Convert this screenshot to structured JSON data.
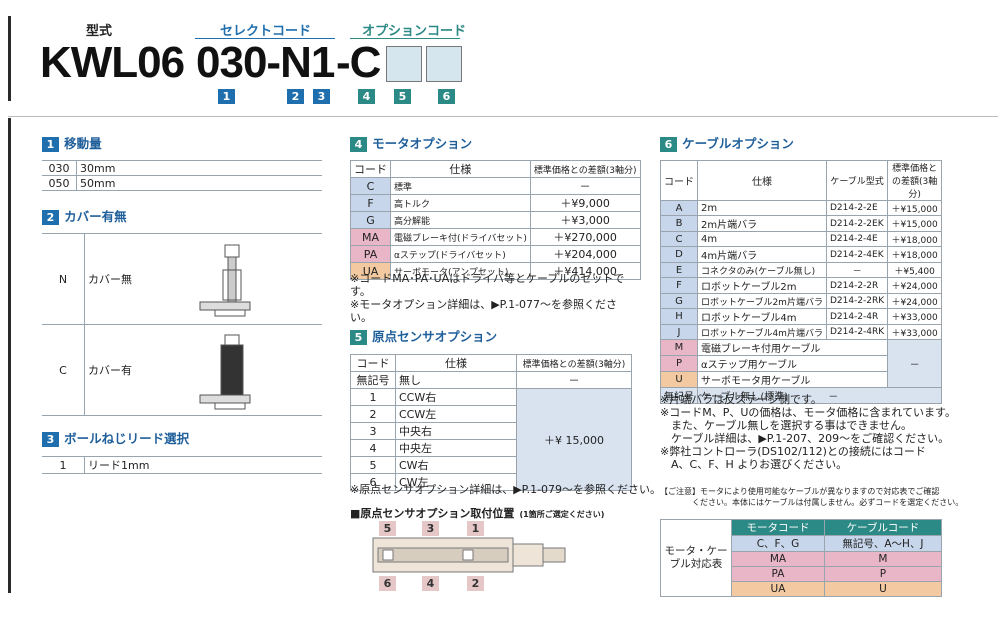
{
  "header": {
    "model_label": "型式",
    "select_label": "セレクトコード",
    "option_label": "オプションコード",
    "code_prefix": "KWL06",
    "code_select": "030-N1",
    "code_option": "-C",
    "num1": "1",
    "num2": "2",
    "num3": "3",
    "num4": "4",
    "num5": "5",
    "num6": "6"
  },
  "sec1": {
    "num": "1",
    "title": "移動量",
    "rows": [
      [
        "030",
        "30mm"
      ],
      [
        "050",
        "50mm"
      ]
    ]
  },
  "sec2": {
    "num": "2",
    "title": "カバー有無",
    "rows": [
      [
        "N",
        "カバー無"
      ],
      [
        "C",
        "カバー有"
      ]
    ]
  },
  "sec3": {
    "num": "3",
    "title": "ボールねじリード選択",
    "rows": [
      [
        "1",
        "リード1mm"
      ]
    ]
  },
  "sec4": {
    "num": "4",
    "title": "モータオプション",
    "headers": [
      "コード",
      "仕様",
      "標準価格との差額(3軸分)"
    ],
    "rows": [
      [
        "C",
        "標準",
        "－"
      ],
      [
        "F",
        "高トルク",
        "＋¥9,000"
      ],
      [
        "G",
        "高分解能",
        "＋¥3,000"
      ],
      [
        "MA",
        "電磁ブレーキ付(ドライバセット)",
        "＋¥270,000"
      ],
      [
        "PA",
        "αステップ(ドライバセット)",
        "＋¥204,000"
      ],
      [
        "UA",
        "サーボモータ(アンプセット)",
        "＋¥414,000"
      ]
    ],
    "note1": "※コードMA･PA･UAはドライバ等とケーブルのセットです。",
    "note2": "※モータオプション詳細は、▶P.1-077～を参照ください。"
  },
  "sec5": {
    "num": "5",
    "title": "原点センサオプション",
    "headers": [
      "コード",
      "仕様",
      "標準価格との差額(3軸分)"
    ],
    "rows": [
      [
        "無記号",
        "無し",
        "－"
      ],
      [
        "1",
        "CCW右",
        ""
      ],
      [
        "2",
        "CCW左",
        ""
      ],
      [
        "3",
        "中央右",
        "＋¥ 15,000"
      ],
      [
        "4",
        "中央左",
        ""
      ],
      [
        "5",
        "CW右",
        ""
      ],
      [
        "6",
        "CW左",
        ""
      ]
    ],
    "price_group": "＋¥ 15,000",
    "note": "※原点センサオプション詳細は、▶P.1-079～を参照ください。",
    "pos_title": "■原点センサオプション取付位置",
    "pos_note": "(1箇所ご選定ください)",
    "pos_top": [
      "5",
      "3",
      "1"
    ],
    "pos_bottom": [
      "6",
      "4",
      "2"
    ]
  },
  "sec6": {
    "num": "6",
    "title": "ケーブルオプション",
    "headers": [
      "コード",
      "仕様",
      "ケーブル型式",
      "標準価格との差額(3軸分)"
    ],
    "rows": [
      [
        "A",
        "2m",
        "D214-2-2E",
        "＋¥15,000"
      ],
      [
        "B",
        "2m片端バラ",
        "D214-2-2EK",
        "＋¥15,000"
      ],
      [
        "C",
        "4m",
        "D214-2-4E",
        "＋¥18,000"
      ],
      [
        "D",
        "4m片端バラ",
        "D214-2-4EK",
        "＋¥18,000"
      ],
      [
        "E",
        "コネクタのみ(ケーブル無し)",
        "－",
        "＋¥5,400"
      ],
      [
        "F",
        "ロボットケーブル2m",
        "D214-2-2R",
        "＋¥24,000"
      ],
      [
        "G",
        "ロボットケーブル2m片端バラ",
        "D214-2-2RK",
        "＋¥24,000"
      ],
      [
        "H",
        "ロボットケーブル4m",
        "D214-2-4R",
        "＋¥33,000"
      ],
      [
        "J",
        "ロボットケーブル4m片端バラ",
        "D214-2-4RK",
        "＋¥33,000"
      ],
      [
        "M",
        "電磁ブレーキ付用ケーブル",
        "",
        ""
      ],
      [
        "P",
        "αステップ用ケーブル",
        "",
        "－"
      ],
      [
        "U",
        "サーボモータ用ケーブル",
        "",
        ""
      ],
      [
        "無記号",
        "ケーブル無し(標準)",
        "－",
        ""
      ]
    ],
    "notes": [
      "※片端バラは反ステージ側です。",
      "※コードM、P、Uの価格は、モータ価格に含まれています。",
      "　また、ケーブル無しを選択する事はできません。",
      "　ケーブル詳細は、▶P.1-207、209～をご確認ください。",
      "※弊社コントローラ(DS102/112)との接続にはコード",
      "　A、C、F、H よりお選びください。"
    ],
    "caution1": "【ご注意】モータにより使用可能なケーブルが異なりますので対応表でご確認",
    "caution2": "　　　　ください。本体にはケーブルは付属しません。必ずコードを選定ください。",
    "compat_label": "モータ・ケーブル対応表",
    "compat_headers": [
      "モータコード",
      "ケーブルコード"
    ],
    "compat_rows": [
      [
        "C、F、G",
        "無記号、A～H、J"
      ],
      [
        "MA",
        "M"
      ],
      [
        "PA",
        "P"
      ],
      [
        "UA",
        "U"
      ]
    ]
  },
  "colors": {
    "blue": "#1f6fae",
    "teal": "#2b8a86",
    "pink": "#e9b6c8",
    "orange": "#f2c9a0",
    "lightblue": "#c7d6ea"
  }
}
